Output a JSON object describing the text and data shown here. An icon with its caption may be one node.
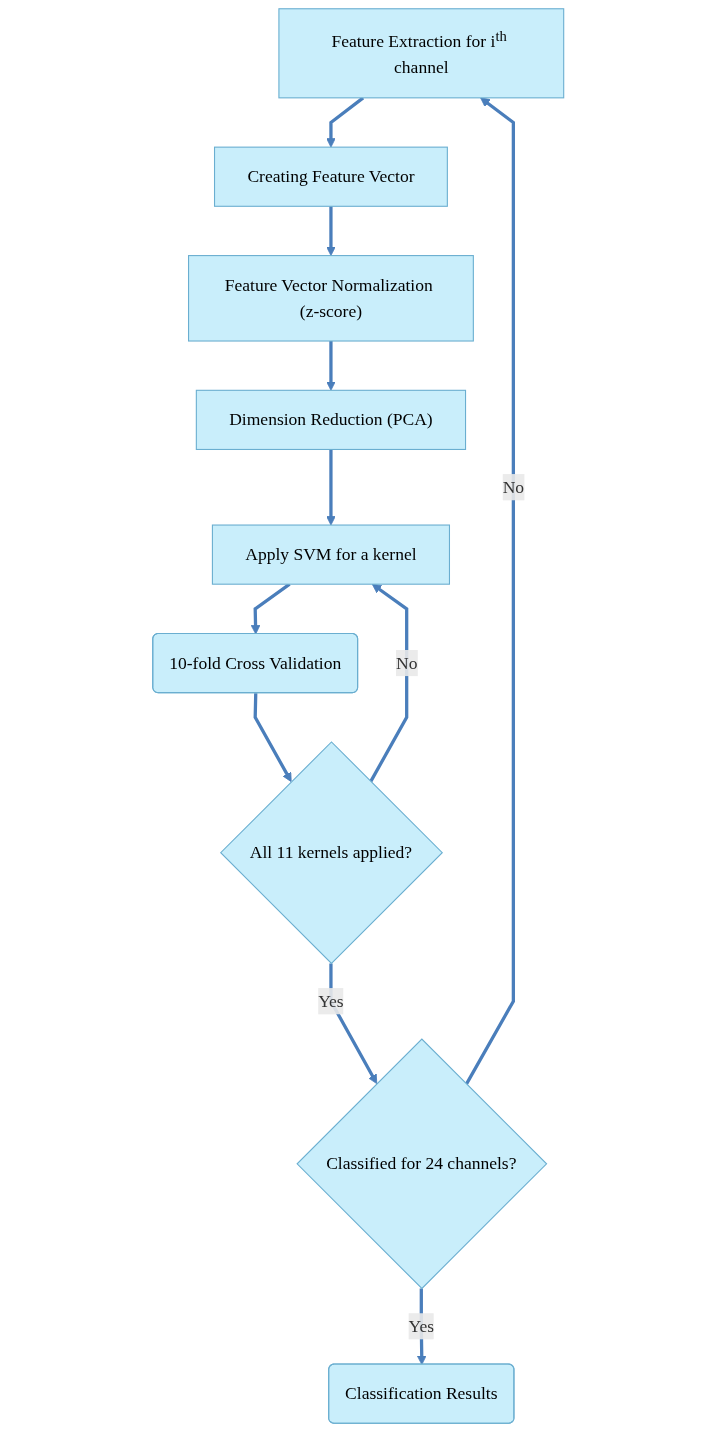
{
  "diagram": {
    "nodes": [
      {
        "text": [
          "Feature Extraction for i$^{th}$ channel"
        ]
      },
      {
        "text": [
          "Creating Feature Vector"
        ]
      },
      {
        "text": [
          "Feature Vector Normalization (z-score)"
        ]
      },
      {
        "text": [
          "Dimension Reduction (PCA)"
        ]
      },
      {
        "text": [
          "Apply SVM for a kernel"
        ]
      },
      {
        "text": [
          "10-fold Cross Validation"
        ]
      },
      {
        "text": [
          "All 11 kernels applied?"
        ]
      },
      {
        "text": [
          "Classified for 24 channels?"
        ]
      },
      {
        "text": [
          "Classification Results"
        ]
      }
    ],
    "edges": [
      {
        "from": 0,
        "to": 1,
        "arrow": "to"
      },
      {
        "from": 1,
        "to": 2,
        "arrow": "to"
      },
      {
        "from": 2,
        "to": 3,
        "arrow": "to"
      },
      {
        "from": 3,
        "to": 4,
        "arrow": "to"
      },
      {
        "from": 4,
        "to": 5,
        "arrow": "to"
      },
      {
        "from": 5,
        "to": 6,
        "arrow": "to"
      },
      {
        "from": 6,
        "to": 4,
        "label": "No",
        "arrow": "to"
      },
      {
        "from": 6,
        "to": 7,
        "label": "Yes",
        "arrow": "to"
      },
      {
        "from": 7,
        "to": 0,
        "label": "No",
        "arrow": "to"
      },
      {
        "from": 7,
        "to": 8,
        "label": "Yes",
        "arrow": "to"
      }
    ]
  }
}
